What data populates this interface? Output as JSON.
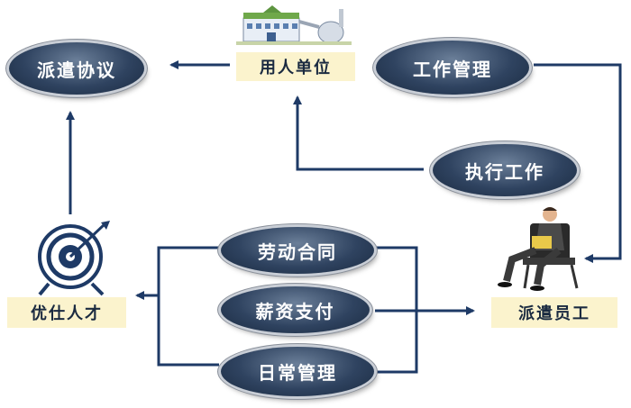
{
  "nodes": {
    "dispatch_agreement": "派遣协议",
    "employer": "用人单位",
    "work_management": "工作管理",
    "execute_work": "执行工作",
    "labor_contract": "劳动合同",
    "salary_payment": "薪资支付",
    "daily_management": "日常管理",
    "talent_provider": "优仕人才",
    "dispatched_employee": "派遣员工"
  },
  "icons": {
    "employer": "factory-icon",
    "talent_provider": "target-icon",
    "dispatched_employee": "businessman-icon"
  },
  "colors": {
    "line": "#1e3a66",
    "pill_dark": "#2f4360",
    "tag_bg": "#fbf3cd"
  }
}
